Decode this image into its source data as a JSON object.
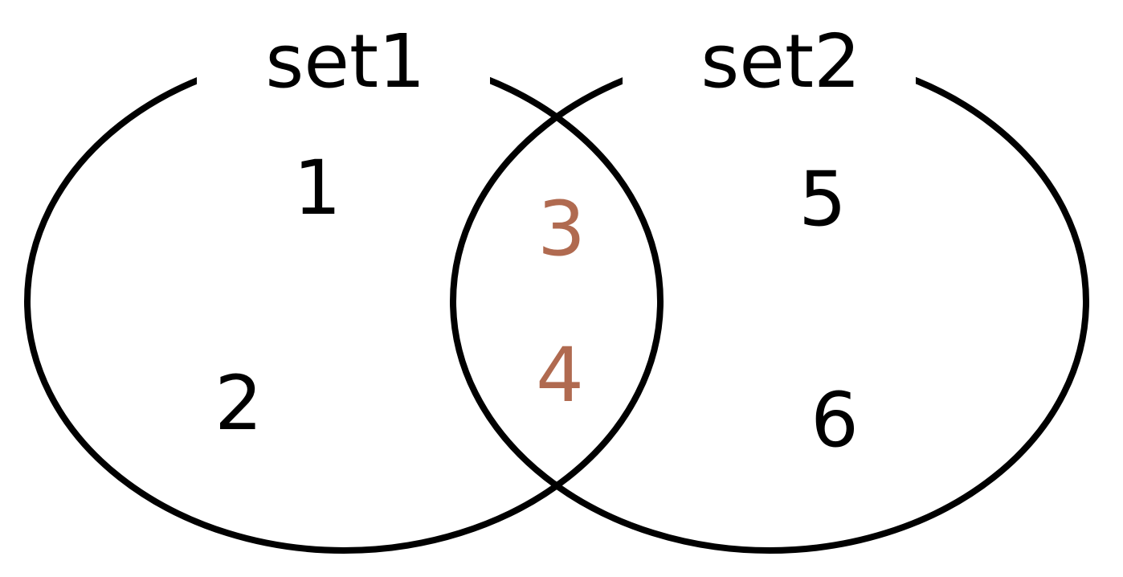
{
  "sets": [
    {
      "label": "set1",
      "only_elements": [
        "1",
        "2"
      ]
    },
    {
      "label": "set2",
      "only_elements": [
        "5",
        "6"
      ]
    }
  ],
  "intersection_elements": [
    "3",
    "4"
  ],
  "colors": {
    "outline": "#000000",
    "element": "#000000",
    "intersection_element": "#b06a50",
    "background": "#ffffff"
  }
}
